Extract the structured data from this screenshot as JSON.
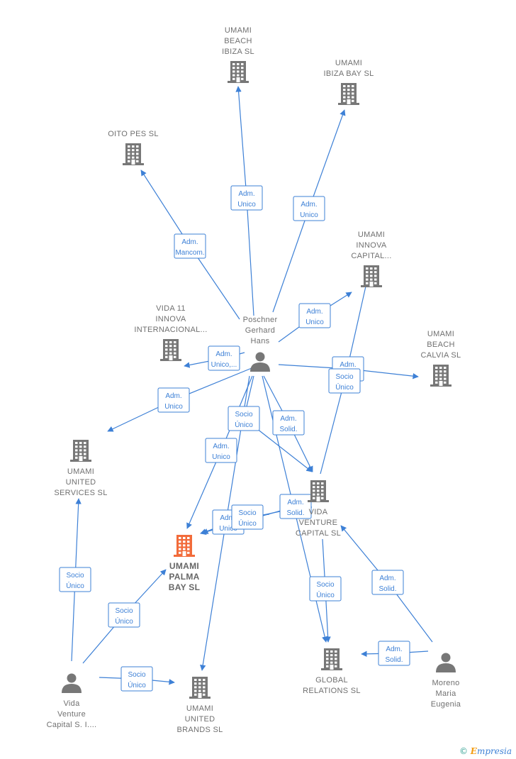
{
  "colors": {
    "edge": "#3d80d6",
    "node": "#777777",
    "focus": "#f26b3a"
  },
  "footer": {
    "copyright": "©",
    "brand_first": "E",
    "brand_rest": "mpresia"
  },
  "nodes": [
    {
      "id": "umami_beach_ibiza",
      "type": "company",
      "lines": [
        "UMAMI",
        "BEACH",
        "IBIZA  SL"
      ]
    },
    {
      "id": "umami_ibiza_bay",
      "type": "company",
      "lines": [
        "UMAMI",
        "IBIZA BAY  SL"
      ]
    },
    {
      "id": "oito_pes",
      "type": "company",
      "lines": [
        "OITO PES  SL"
      ]
    },
    {
      "id": "umami_innova",
      "type": "company",
      "lines": [
        "UMAMI",
        "INNOVA",
        "CAPITAL..."
      ]
    },
    {
      "id": "vida11",
      "type": "company",
      "lines": [
        "VIDA 11",
        "INNOVA",
        "INTERNACIONAL..."
      ]
    },
    {
      "id": "poschner",
      "type": "person",
      "lines": [
        "Poschner",
        "Gerhard",
        "Hans"
      ]
    },
    {
      "id": "umami_beach_calvia",
      "type": "company",
      "lines": [
        "UMAMI",
        "BEACH",
        "CALVIA  SL"
      ]
    },
    {
      "id": "umami_united_services",
      "type": "company",
      "lines": [
        "UMAMI",
        "UNITED",
        "SERVICES  SL"
      ]
    },
    {
      "id": "vida_venture_capital",
      "type": "company",
      "lines": [
        "VIDA",
        "VENTURE",
        "CAPITAL  SL"
      ]
    },
    {
      "id": "umami_palma_bay",
      "type": "focus",
      "lines": [
        "UMAMI",
        "PALMA",
        "BAY  SL"
      ]
    },
    {
      "id": "global_relations",
      "type": "company",
      "lines": [
        "GLOBAL",
        "RELATIONS  SL"
      ]
    },
    {
      "id": "vida_venture_capital_si",
      "type": "person",
      "lines": [
        "Vida",
        "Venture",
        "Capital S. I...."
      ]
    },
    {
      "id": "umami_united_brands",
      "type": "company",
      "lines": [
        "UMAMI",
        "UNITED",
        "BRANDS  SL"
      ]
    },
    {
      "id": "moreno",
      "type": "person",
      "lines": [
        "Moreno",
        "Maria",
        "Eugenia"
      ]
    }
  ],
  "edges": [
    {
      "from": "poschner",
      "to": "umami_beach_ibiza",
      "label": [
        "Adm.",
        "Unico"
      ]
    },
    {
      "from": "poschner",
      "to": "umami_ibiza_bay",
      "label": [
        "Adm.",
        "Unico"
      ]
    },
    {
      "from": "poschner",
      "to": "oito_pes",
      "label": [
        "Adm.",
        "Mancom."
      ]
    },
    {
      "from": "poschner",
      "to": "umami_innova",
      "label": [
        "Adm.",
        "Unico"
      ]
    },
    {
      "from": "poschner",
      "to": "vida11",
      "label": [
        "Adm.",
        "Unico,..."
      ]
    },
    {
      "from": "poschner",
      "to": "umami_beach_calvia",
      "label": [
        "Adm.",
        "Unico"
      ]
    },
    {
      "from": "poschner",
      "to": "umami_united_services",
      "label": [
        "Adm.",
        "Unico"
      ]
    },
    {
      "from": "poschner",
      "to": "vida_venture_capital",
      "label": [
        "Socio",
        "Único"
      ]
    },
    {
      "from": "poschner",
      "to": "vida_venture_capital",
      "label": [
        "Adm.",
        "Solid."
      ]
    },
    {
      "from": "poschner",
      "to": "umami_palma_bay",
      "label": [
        "Adm.",
        "Unico"
      ]
    },
    {
      "from": "poschner",
      "to": "umami_united_brands",
      "label": []
    },
    {
      "from": "poschner",
      "to": "global_relations",
      "label": []
    },
    {
      "from": "vida_venture_capital",
      "to": "umami_innova",
      "label": [
        "Socio",
        "Único"
      ]
    },
    {
      "from": "vida_venture_capital",
      "to": "umami_palma_bay",
      "label": [
        "Adm.",
        "Solid."
      ]
    },
    {
      "from": "vida_venture_capital",
      "to": "umami_palma_bay",
      "label": [
        "Adm.",
        "Unico"
      ]
    },
    {
      "from": "vida_venture_capital",
      "to": "umami_palma_bay",
      "label": [
        "Socio",
        "Único"
      ]
    },
    {
      "from": "vida_venture_capital",
      "to": "global_relations",
      "label": [
        "Socio",
        "Único"
      ]
    },
    {
      "from": "vida_venture_capital_si",
      "to": "umami_united_services",
      "label": [
        "Socio",
        "Único"
      ]
    },
    {
      "from": "vida_venture_capital_si",
      "to": "umami_palma_bay",
      "label": [
        "Socio",
        "Único"
      ]
    },
    {
      "from": "vida_venture_capital_si",
      "to": "umami_united_brands",
      "label": [
        "Socio",
        "Único"
      ]
    },
    {
      "from": "moreno",
      "to": "vida_venture_capital",
      "label": [
        "Adm.",
        "Solid."
      ]
    },
    {
      "from": "moreno",
      "to": "global_relations",
      "label": [
        "Adm.",
        "Solid."
      ]
    }
  ]
}
